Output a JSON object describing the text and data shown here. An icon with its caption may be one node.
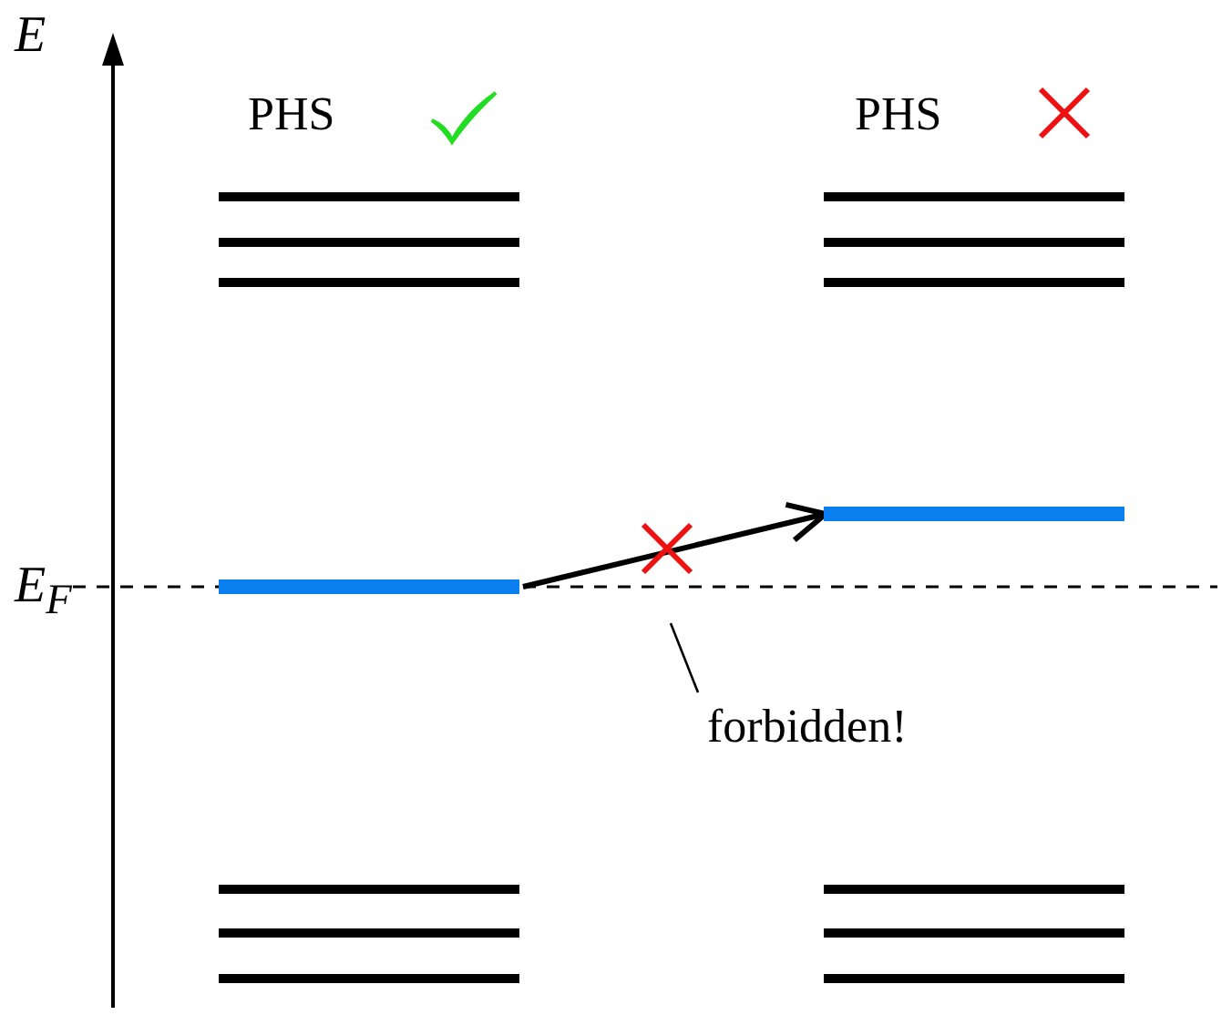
{
  "diagram": {
    "nodes": [
      {
        "text": [],
        "shape": "bar"
      },
      {
        "text": [],
        "shape": "bar"
      },
      {
        "text": [
          "forbidden!"
        ]
      }
    ],
    "edges": [
      {
        "from": 0,
        "to": 1,
        "arrow": "to",
        "style": "thick"
      },
      {
        "from": 2,
        "to": null,
        "arrow": "none"
      }
    ],
    "labels": [
      "E",
      "E$_{F}$",
      "PHS",
      "PHS"
    ]
  }
}
